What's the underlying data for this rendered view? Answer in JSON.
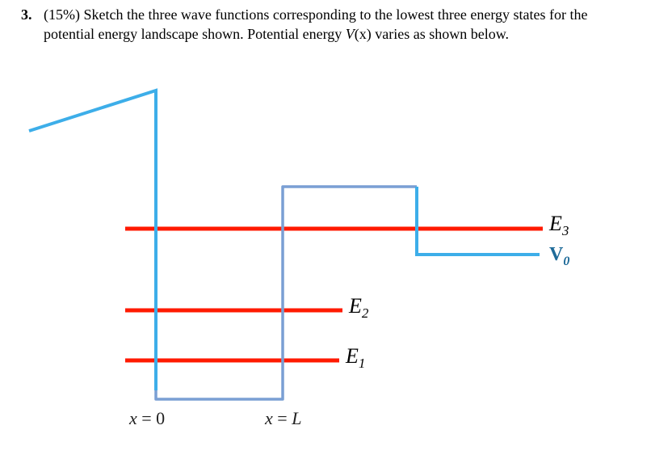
{
  "question": {
    "number": "3.",
    "line1": "(15%) Sketch the three wave functions corresponding to the lowest three energy states for the",
    "line2_prefix": "potential energy landscape shown. Potential energy ",
    "line2_v": "V",
    "line2_suffix": "(x) varies as shown below."
  },
  "diagram": {
    "colors": {
      "potential_bright": "#3daee9",
      "potential_muted": "#7a9fd4",
      "energy_level": "#ff1a00",
      "v0_label": "#1f6b99"
    },
    "energy_labels": {
      "E3": {
        "base": "E",
        "sub": "3"
      },
      "E2": {
        "base": "E",
        "sub": "2"
      },
      "E1": {
        "base": "E",
        "sub": "1"
      }
    },
    "v0_label": {
      "base": "V",
      "sub": "0"
    },
    "x_labels": {
      "left": {
        "var": "x",
        "eq": " = 0"
      },
      "right": {
        "var": "x",
        "eq": " = ",
        "val": "L"
      }
    }
  }
}
